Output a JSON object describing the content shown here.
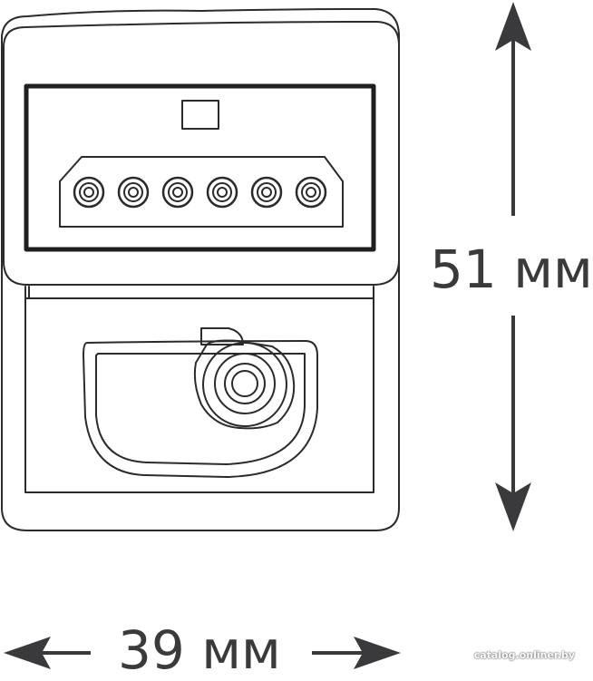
{
  "dimensions": {
    "height_label": "51 мм",
    "width_label": "39 мм"
  },
  "device": {
    "led_count": 6
  },
  "watermark": "catalog.onliner.by",
  "colors": {
    "line": "#2b2b2b",
    "arrow": "#3a3a3c",
    "background": "#ffffff"
  }
}
